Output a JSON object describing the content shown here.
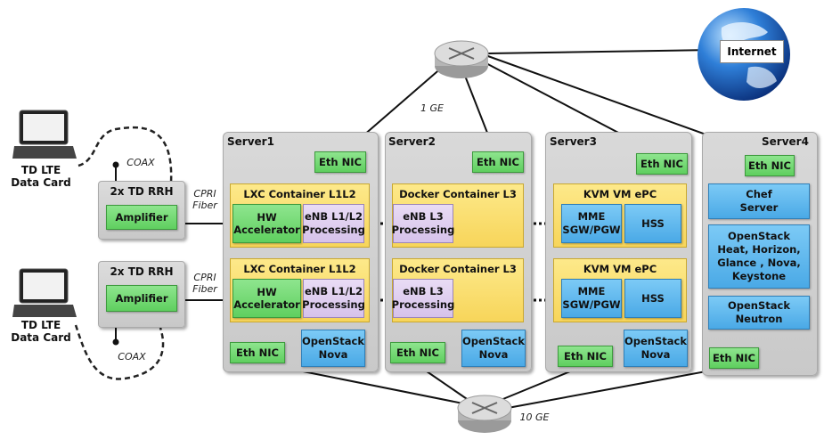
{
  "internet": {
    "label": "Internet"
  },
  "links": {
    "top": "1 GE",
    "bottom": "10 GE",
    "coax": "COAX",
    "cpri": "CPRI",
    "fiber": "Fiber"
  },
  "td": {
    "line1": "TD LTE",
    "line2": "Data Card"
  },
  "rrh": {
    "title": "2x TD RRH",
    "amplifier": "Amplifier"
  },
  "eth_nic": "Eth NIC",
  "servers": {
    "s1": {
      "label": "Server1",
      "container": "LXC Container L1L2",
      "hw1": "HW",
      "hw2": "Accelerator",
      "enb1": "eNB L1/L2",
      "enb2": "Processing",
      "nova1": "OpenStack",
      "nova2": "Nova"
    },
    "s2": {
      "label": "Server2",
      "container": "Docker Container L3",
      "enb1": "eNB L3",
      "enb2": "Processing",
      "nova1": "OpenStack",
      "nova2": "Nova"
    },
    "s3": {
      "label": "Server3",
      "container": "KVM VM ePC",
      "mme1": "MME",
      "mme2": "SGW/PGW",
      "hss": "HSS",
      "nova1": "OpenStack",
      "nova2": "Nova"
    },
    "s4": {
      "label": "Server4",
      "chef1": "Chef",
      "chef2": "Server",
      "os1": "OpenStack",
      "os2": "Heat, Horizon,",
      "os3": "Glance , Nova,",
      "os4": "Keystone",
      "neu1": "OpenStack",
      "neu2": "Neutron"
    }
  }
}
